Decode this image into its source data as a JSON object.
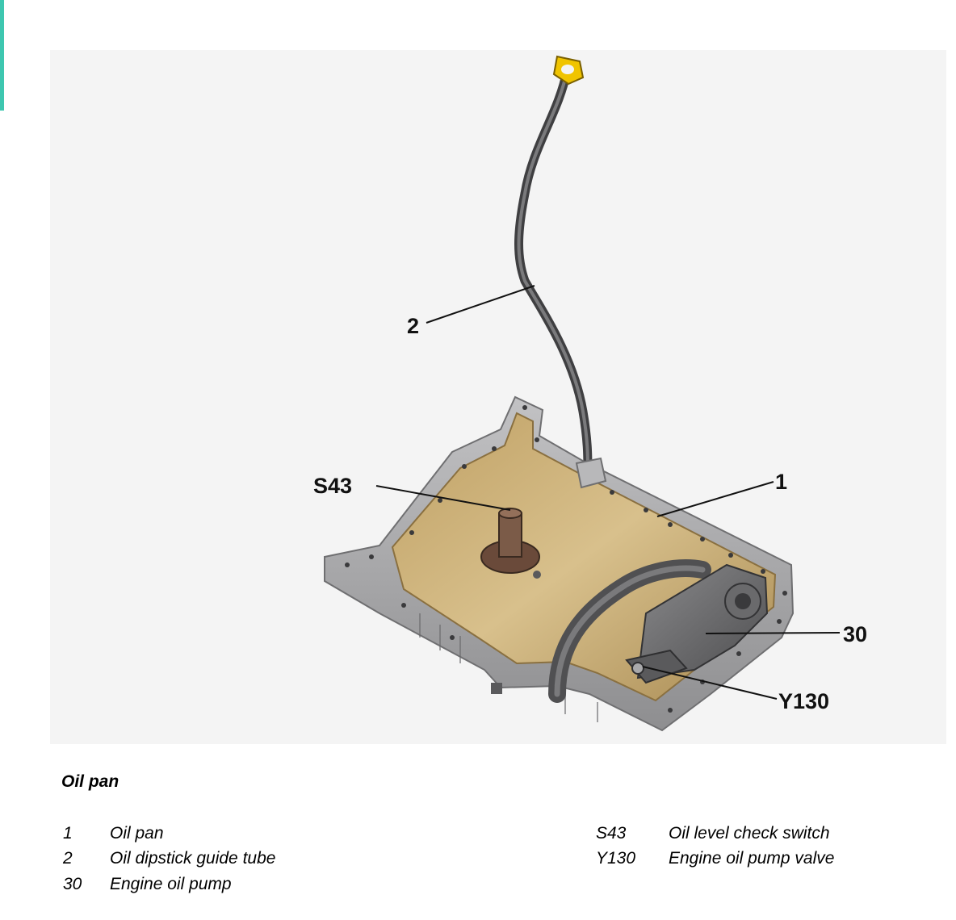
{
  "colors": {
    "accent_bar": "#3ec7b0",
    "pan_gold": "#c8ad74",
    "pan_gray": "#a9a9ab",
    "tube_gray": "#5e5e60",
    "handle_yellow": "#f0c400"
  },
  "callouts": {
    "c2": "2",
    "cS43": "S43",
    "c1": "1",
    "c30": "30",
    "cY130": "Y130"
  },
  "caption": {
    "title": "Oil pan"
  },
  "legend": [
    {
      "key": "1",
      "text": "Oil pan"
    },
    {
      "key": "2",
      "text": "Oil dipstick guide tube"
    },
    {
      "key": "30",
      "text": "Engine oil pump"
    },
    {
      "key": "S43",
      "text": "Oil level check switch"
    },
    {
      "key": "Y130",
      "text": "Engine oil pump valve"
    }
  ]
}
